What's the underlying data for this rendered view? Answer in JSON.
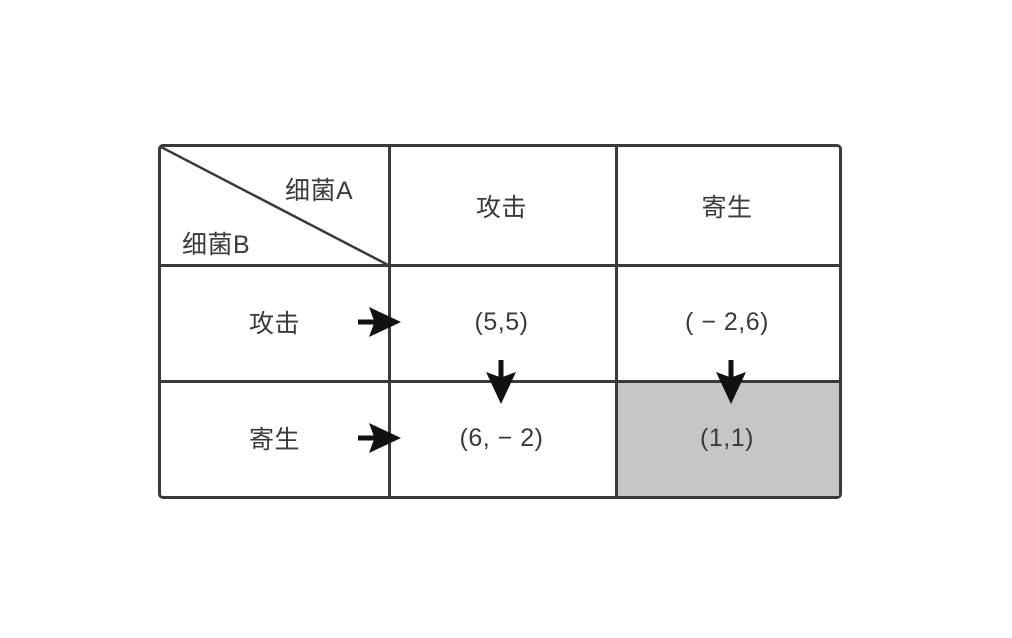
{
  "figure": {
    "type": "payoff-matrix",
    "background_color": "#ffffff",
    "line_color": "#3a3a3a",
    "text_color": "#3a3a3a",
    "highlight_color": "#c6c6c6"
  },
  "matrix": {
    "corner": {
      "column_player_label": "细菌A",
      "row_player_label": "细菌B"
    },
    "column_headers": [
      "攻击",
      "寄生"
    ],
    "row_headers": [
      "攻击",
      "寄生"
    ],
    "rows": [
      {
        "header": "攻击",
        "cells": [
          {
            "payoff": "(5,5)",
            "highlighted": false
          },
          {
            "payoff": "( − 2,6)",
            "highlighted": false
          }
        ]
      },
      {
        "header": "寄生",
        "cells": [
          {
            "payoff": "(6, − 2)",
            "highlighted": false
          },
          {
            "payoff": "(1,1)",
            "highlighted": true
          }
        ]
      }
    ],
    "arrows": [
      {
        "name": "row1-right-arrow",
        "direction": "right",
        "from": "(5,5)",
        "to": "( − 2,6)"
      },
      {
        "name": "row2-right-arrow",
        "direction": "right",
        "from": "(6, − 2)",
        "to": "(1,1)"
      },
      {
        "name": "col1-down-arrow",
        "direction": "down",
        "from": "(5,5)",
        "to": "(6, − 2)"
      },
      {
        "name": "col2-down-arrow",
        "direction": "down",
        "from": "( − 2,6)",
        "to": "(1,1)"
      }
    ],
    "equilibrium_cell": "(1,1)"
  },
  "chart_data": {
    "type": "table",
    "title": "",
    "categories": [
      "攻击",
      "寄生"
    ],
    "row_player": "细菌B",
    "column_player": "细菌A",
    "payoffs": [
      [
        [
          5,
          5
        ],
        [
          -2,
          6
        ]
      ],
      [
        [
          6,
          -2
        ],
        [
          1,
          1
        ]
      ]
    ],
    "payoff_labels": [
      [
        "(5,5)",
        "( − 2,6)"
      ],
      [
        "(6, − 2)",
        "(1,1)"
      ]
    ],
    "nash_equilibrium": {
      "row": "寄生",
      "column": "寄生",
      "payoff": [
        1,
        1
      ]
    }
  }
}
